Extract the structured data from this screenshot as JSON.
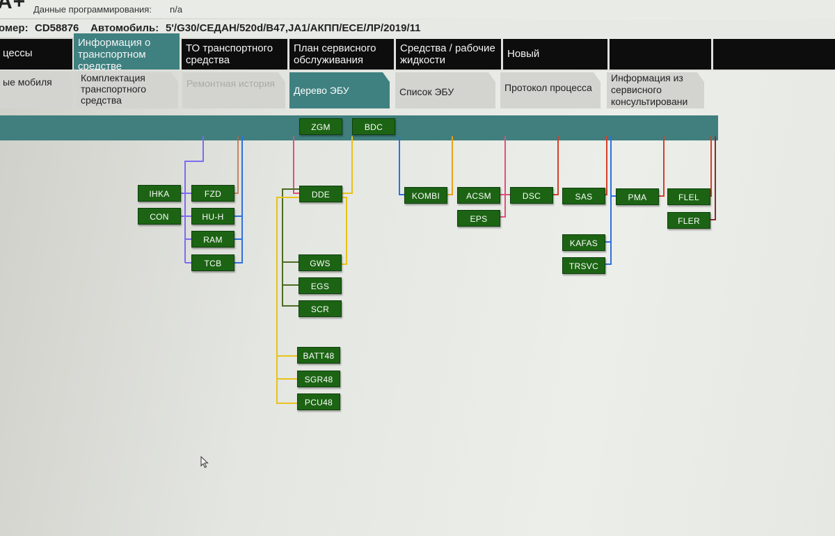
{
  "header": {
    "logo": "A+",
    "programming_label": "Данные программирования:",
    "programming_value": "n/a"
  },
  "info": {
    "order_label": "омер:",
    "order_value": "CD58876",
    "vehicle_label": "Автомобиль:",
    "vehicle_value": "5'/G30/СЕДАН/520d/B47,JA1/АКПП/ЕСЕ/ЛР/2019/11"
  },
  "tabs_main": [
    {
      "label": "цессы"
    },
    {
      "label": "Информация о транспортном средстве"
    },
    {
      "label": "ТО транспортного средства"
    },
    {
      "label": "План сервисного обслуживания"
    },
    {
      "label": "Средства / рабочие жидкости"
    },
    {
      "label": "Новый"
    },
    {
      "label": ""
    },
    {
      "label": ""
    }
  ],
  "tabs_sub": [
    {
      "label": "ые мобиля"
    },
    {
      "label": "Комплектация транспортного средства"
    },
    {
      "label": "Ремонтная история"
    },
    {
      "label": "Дерево ЭБУ"
    },
    {
      "label": "Список ЭБУ"
    },
    {
      "label": "Протокол процесса"
    },
    {
      "label": "Информация из сервисного консультировани"
    }
  ],
  "ecu_tree": {
    "bus_modules": [
      "ZGM",
      "BDC"
    ],
    "modules": {
      "ihka": "IHKA",
      "con": "CON",
      "fzd": "FZD",
      "huh": "HU-H",
      "ram": "RAM",
      "tcb": "TCB",
      "dde": "DDE",
      "gws": "GWS",
      "egs": "EGS",
      "scr": "SCR",
      "batt48": "BATT48",
      "sgr48": "SGR48",
      "pcu48": "PCU48",
      "kombi": "KOMBI",
      "acsm": "ACSM",
      "eps": "EPS",
      "dsc": "DSC",
      "sas": "SAS",
      "kafas": "KAFAS",
      "trsvc": "TRSVC",
      "pma": "PMA",
      "flel": "FLEL",
      "fler": "FLER"
    }
  },
  "colors": {
    "accent_teal": "#407f7e",
    "ecu_green": "#1c6414",
    "line_blue": "#2f6fe0",
    "line_purple": "#7a6cf0",
    "line_yellow": "#e8c21a",
    "line_pink": "#e0507a",
    "line_red": "#d2402a",
    "line_darkred": "#8e2a2a",
    "line_olive": "#4a6b22"
  }
}
